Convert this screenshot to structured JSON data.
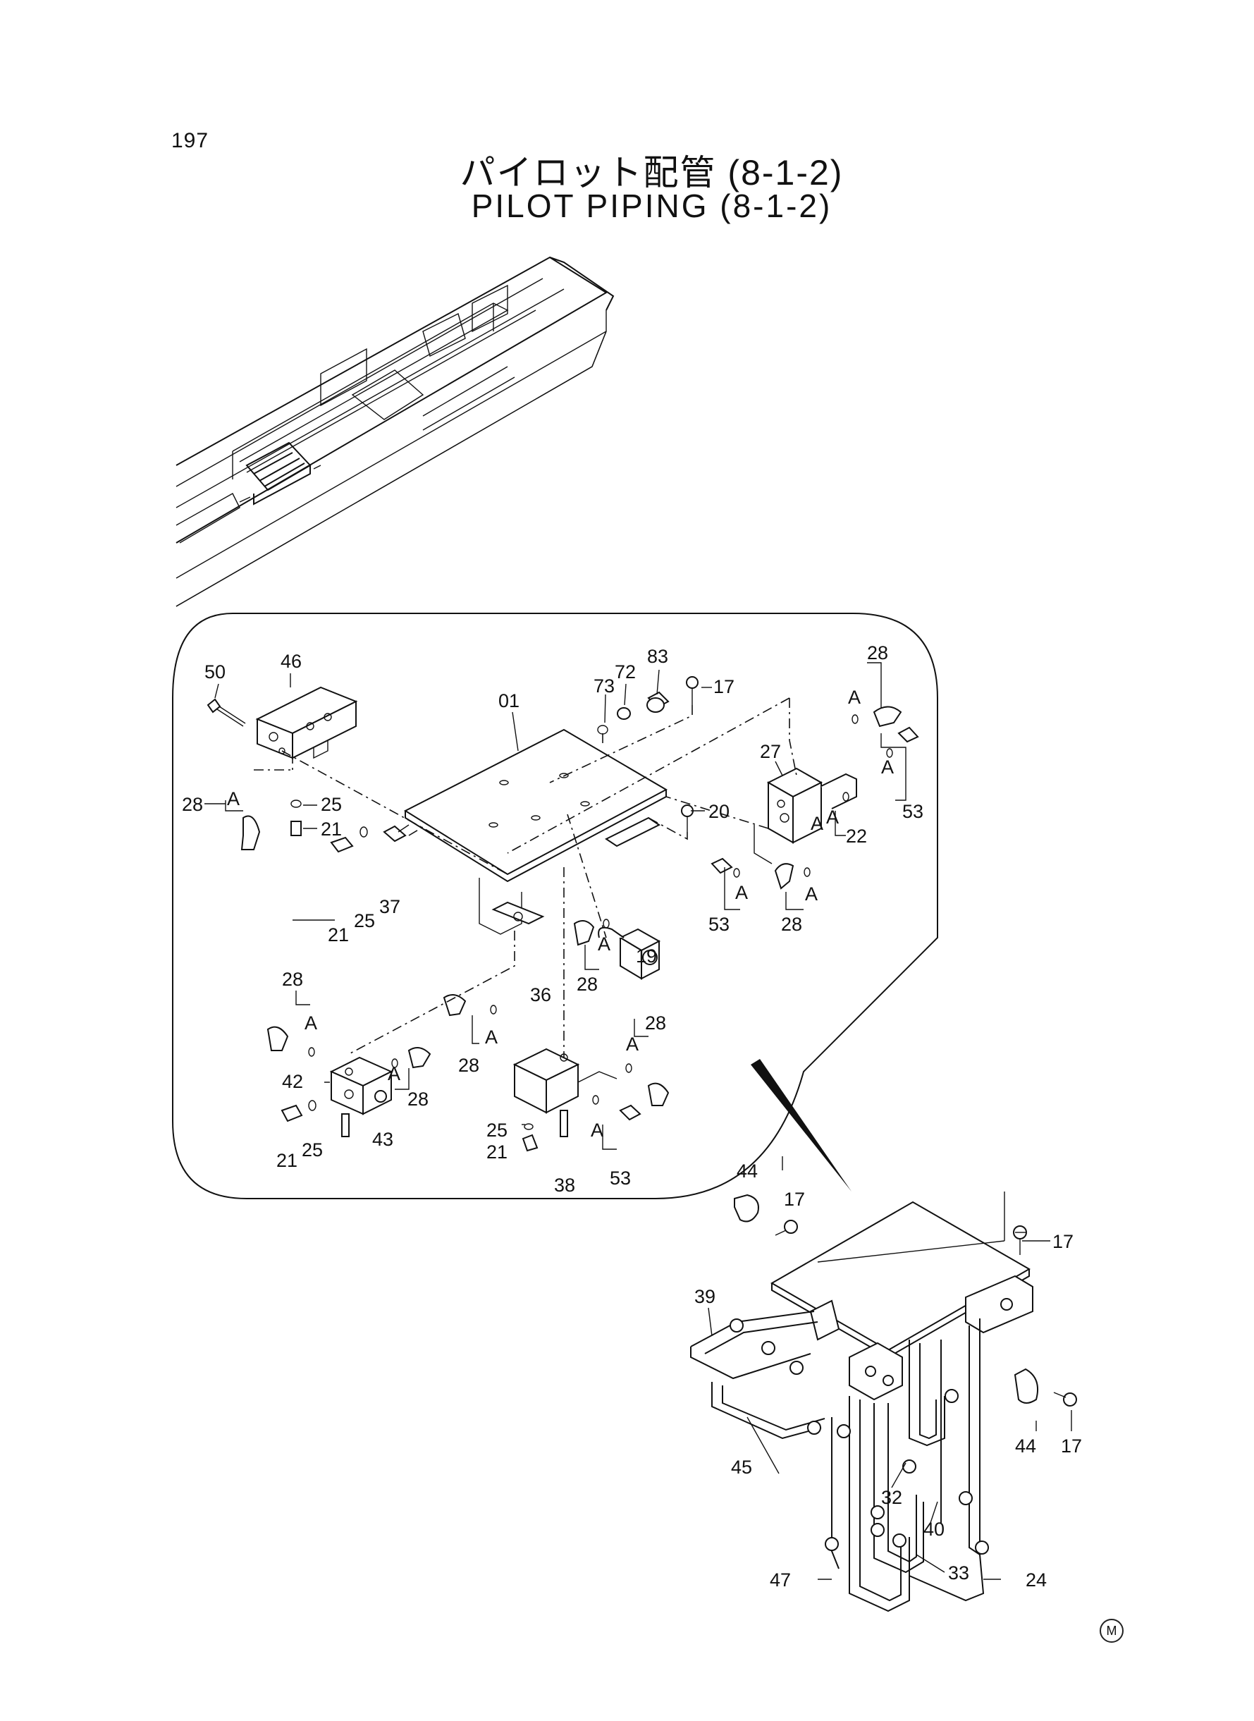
{
  "page_number": "197",
  "title_jp": "パイロット配管 (8-1-2)",
  "title_en": "PILOT PIPING (8-1-2)",
  "corner_mark": "M",
  "callouts": {
    "c01": "01",
    "c46": "46",
    "c50": "50",
    "c73": "73",
    "c72": "72",
    "c83": "83",
    "c17a": "17",
    "c28a": "28",
    "c27": "27",
    "c53a": "53",
    "c20": "20",
    "c22": "22",
    "c25a": "25",
    "c21a": "21",
    "c28b": "28",
    "c37": "37",
    "c25b": "25",
    "c21b": "21",
    "c19": "19",
    "c28c": "28",
    "c53b": "53",
    "c28d": "28",
    "c28e": "28",
    "c36": "36",
    "c28f": "28",
    "c42": "42",
    "c28g": "28",
    "c28h": "28",
    "c43": "43",
    "c25c": "25",
    "c21c": "21",
    "c25d": "25",
    "c21d": "21",
    "c38": "38",
    "c53c": "53",
    "c44a": "44",
    "c17b": "17",
    "c17c": "17",
    "c39": "39",
    "c44b": "44",
    "c17d": "17",
    "c45": "45",
    "c32": "32",
    "c40": "40",
    "c47": "47",
    "c33": "33",
    "c24": "24"
  },
  "detail_marks": {
    "a1": "A",
    "a2": "A",
    "a3": "A",
    "a4": "A",
    "a5": "A",
    "a6": "A",
    "a7": "A",
    "a8": "A",
    "a9": "A",
    "a10": "A",
    "a11": "A",
    "a12": "A",
    "a13": "A"
  },
  "icons": {
    "elbow": "elbow-fitting-icon",
    "oring": "o-ring-icon",
    "bolt": "bolt-icon",
    "valve": "valve-block-icon",
    "plate": "mounting-plate-icon"
  }
}
